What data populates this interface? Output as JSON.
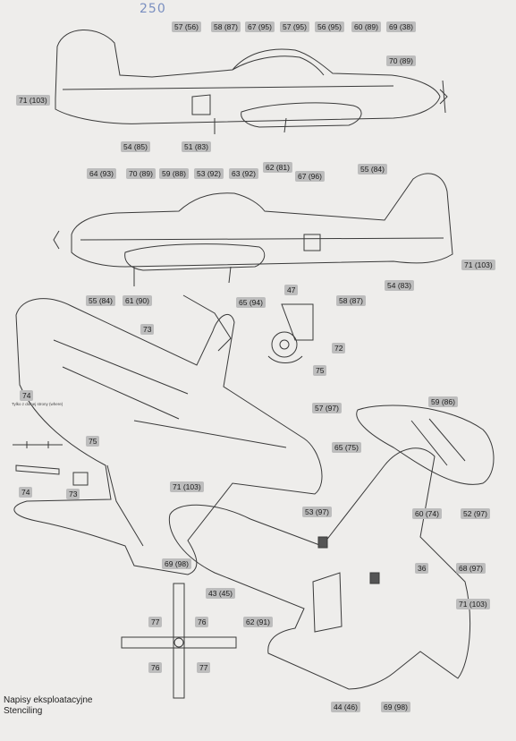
{
  "handwritten_number": "250",
  "caption": {
    "line1": "Napisy eksploatacyjne",
    "line2": "Stenciling"
  },
  "small_note": "Tylko z dolnej strony (where)",
  "labels": {
    "top_57": "57 (56)",
    "top_58": "58 (87)",
    "top_67": "67 (95)",
    "top_57b": "57 (95)",
    "top_56": "56 (95)",
    "top_60": "60 (89)",
    "top_69": "69 (38)",
    "top_70": "70 (89)",
    "top_71": "71 (103)",
    "top_54": "54 (85)",
    "top_51": "51 (83)",
    "top_62": "62 (81)",
    "top_55": "55 (84)",
    "mid_64": "64 (93)",
    "mid_70": "70 (89)",
    "mid_59": "59 (88)",
    "mid_53": "53 (92)",
    "mid_63": "63 (92)",
    "mid_67": "67 (96)",
    "mid_71": "71 (103)",
    "mid_55": "55 (84)",
    "mid_61": "61 (90)",
    "mid_65": "65 (94)",
    "mid_58": "58 (87)",
    "mid_54": "54 (83)",
    "d_47": "47",
    "d_72": "72",
    "d_75": "75",
    "d_73": "73",
    "d_74": "74",
    "d_75b": "75",
    "d_74b": "74",
    "d_73b": "73",
    "r_57": "57 (97)",
    "r_59": "59 (86)",
    "r_65": "65 (75)",
    "r_60": "60 (74)",
    "r_52": "52 (97)",
    "b_71": "71 (103)",
    "b_53": "53 (97)",
    "b_69": "69 (98)",
    "b_36": "36",
    "b_68": "68 (97)",
    "b_43": "43 (45)",
    "b_62": "62 (91)",
    "b_71b": "71 (103)",
    "b_44": "44 (46)",
    "b_69b": "69 (98)",
    "t_77a": "77",
    "t_76a": "76",
    "t_76b": "76",
    "t_77b": "77"
  }
}
